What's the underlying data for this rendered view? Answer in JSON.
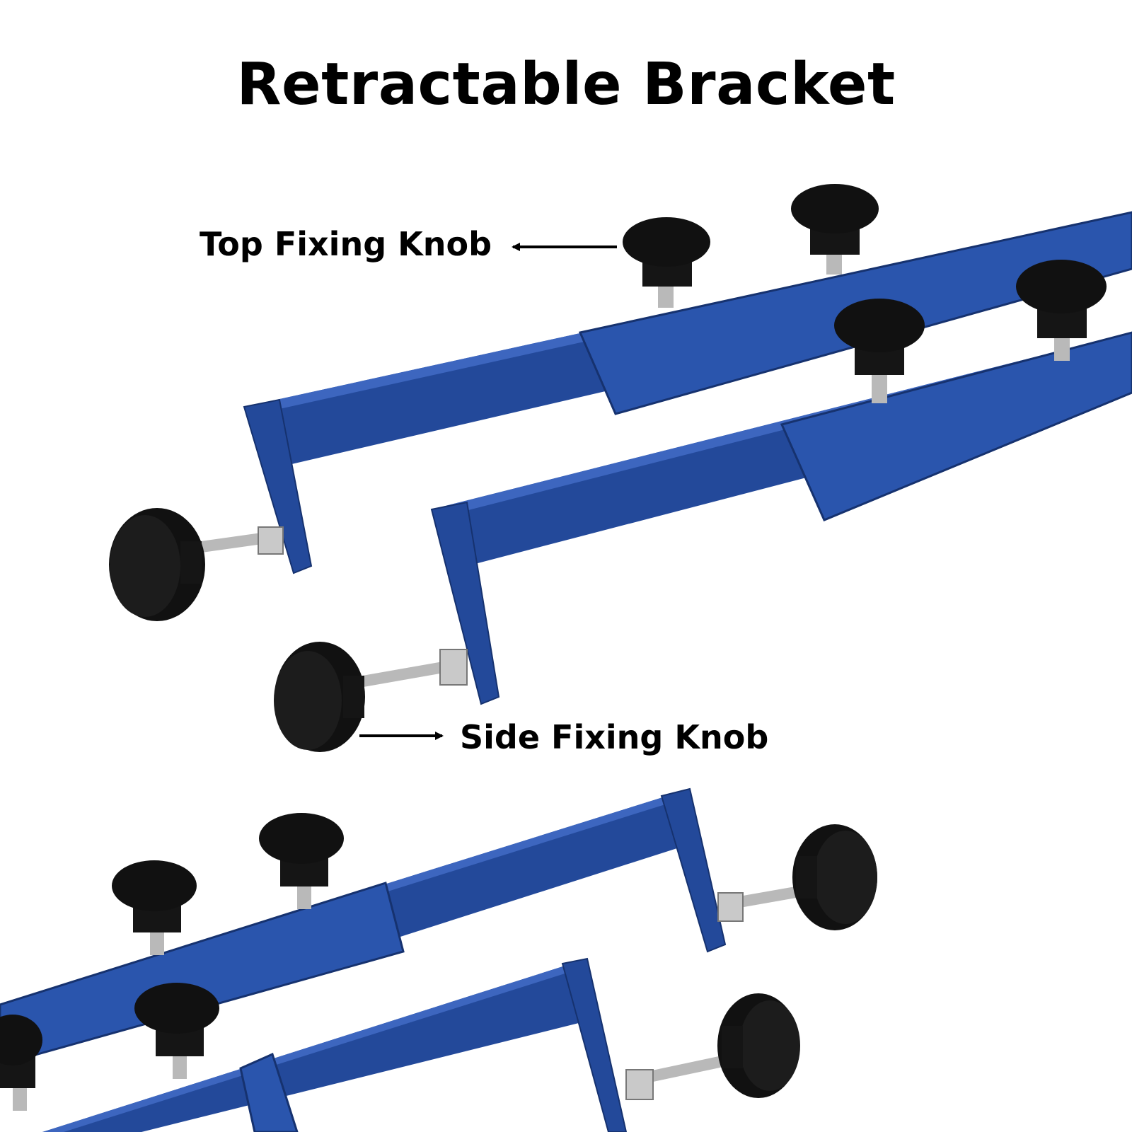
{
  "title": "Retractable Bracket",
  "labels": {
    "top_knob": "Top Fixing Knob",
    "side_knob": "Side Fixing Knob"
  },
  "colors": {
    "bracket_blue": "#23499a",
    "bracket_dark": "#16326f",
    "bracket_light": "#3d66bf",
    "knob_black": "#111111",
    "screw_silver": "#b9b9b9"
  }
}
